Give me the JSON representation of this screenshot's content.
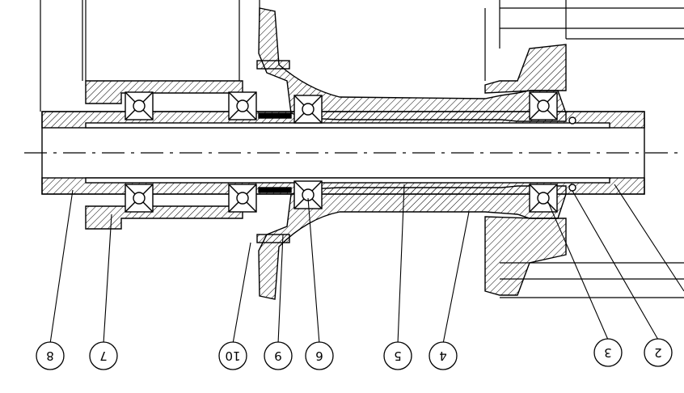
{
  "drawing": {
    "type": "mechanical-cross-section",
    "line_color": "#000000",
    "background": "#ffffff",
    "callouts_rotated_180": true,
    "callouts": [
      {
        "id": "8",
        "label": "8"
      },
      {
        "id": "7",
        "label": "7"
      },
      {
        "id": "10",
        "label": "10"
      },
      {
        "id": "9",
        "label": "9"
      },
      {
        "id": "6",
        "label": "6"
      },
      {
        "id": "5",
        "label": "5"
      },
      {
        "id": "4",
        "label": "4"
      },
      {
        "id": "3",
        "label": "3"
      },
      {
        "id": "2",
        "label": "2"
      }
    ]
  }
}
